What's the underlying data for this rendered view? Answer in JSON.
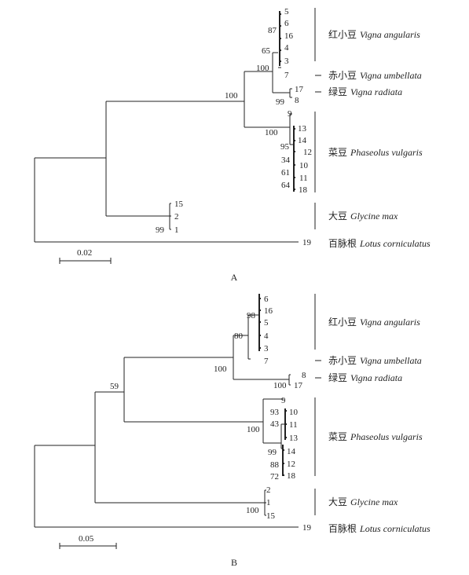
{
  "panels": [
    {
      "id": "A",
      "panel_label": "A",
      "scale_label": "0.02",
      "groups": [
        {
          "cn": "红小豆",
          "latin": "Vigna angularis"
        },
        {
          "cn": "赤小豆",
          "latin": "Vigna umbellata"
        },
        {
          "cn": "绿豆",
          "latin": "Vigna radiata"
        },
        {
          "cn": "菜豆",
          "latin": "Phaseolus vulgaris"
        },
        {
          "cn": "大豆",
          "latin": "Glycine max"
        },
        {
          "cn": "百脉根",
          "latin": "Lotus corniculatus"
        }
      ],
      "leaves": [
        "5",
        "6",
        "16",
        "4",
        "3",
        "7",
        "17",
        "8",
        "9",
        "13",
        "14",
        "12",
        "10",
        "11",
        "18",
        "15",
        "2",
        "1",
        "19"
      ],
      "bootstrap": [
        "87",
        "65",
        "100",
        "100",
        "99",
        "100",
        "95",
        "34",
        "61",
        "64",
        "99"
      ]
    },
    {
      "id": "B",
      "panel_label": "B",
      "scale_label": "0.05",
      "groups": [
        {
          "cn": "红小豆",
          "latin": "Vigna angularis"
        },
        {
          "cn": "赤小豆",
          "latin": "Vigna umbellata"
        },
        {
          "cn": "绿豆",
          "latin": "Vigna radiata"
        },
        {
          "cn": "菜豆",
          "latin": "Phaseolus vulgaris"
        },
        {
          "cn": "大豆",
          "latin": "Glycine max"
        },
        {
          "cn": "百脉根",
          "latin": "Lotus corniculatus"
        }
      ],
      "leaves": [
        "6",
        "16",
        "5",
        "4",
        "3",
        "7",
        "8",
        "17",
        "9",
        "10",
        "11",
        "13",
        "14",
        "12",
        "18",
        "2",
        "1",
        "15",
        "19"
      ],
      "bootstrap": [
        "98",
        "80",
        "100",
        "100",
        "59",
        "93",
        "43",
        "100",
        "99",
        "88",
        "72",
        "100"
      ]
    }
  ]
}
